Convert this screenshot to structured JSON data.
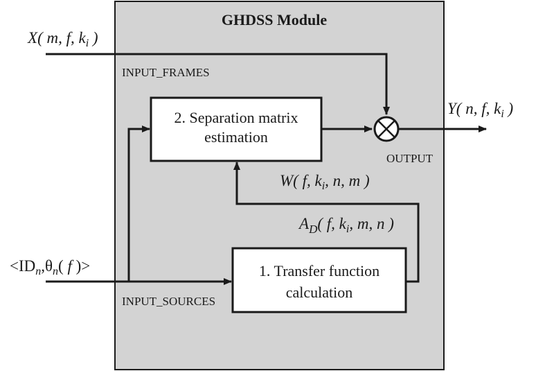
{
  "module": {
    "title": "GHDSS Module",
    "fill_color": "#d3d3d3"
  },
  "blocks": {
    "separation": {
      "line1": "2. Separation matrix",
      "line2": "estimation"
    },
    "transfer": {
      "line1": "1. Transfer function",
      "line2": "calculation"
    }
  },
  "ports": {
    "input_frames": "INPUT_FRAMES",
    "input_sources": "INPUT_SOURCES",
    "output": "OUTPUT"
  },
  "signals": {
    "x_input": {
      "name": "X",
      "args": "m, f, k",
      "sub": "i"
    },
    "y_output": {
      "name": "Y",
      "args": "n, f, k",
      "sub": "i"
    },
    "w_matrix": {
      "name": "W",
      "args_pre": "f, k",
      "sub": "i",
      "args_post": ", n, m"
    },
    "ad_tf": {
      "name": "A",
      "name_sub": "D",
      "args_pre": "f, k",
      "sub": "i",
      "args_post": ", m, n"
    },
    "sources": {
      "open": "<ID",
      "id_sub": "n",
      "theta": "θ",
      "theta_sub": "n",
      "arg": "f",
      "close": ">"
    }
  },
  "operators": {
    "multiply": "⊗"
  }
}
